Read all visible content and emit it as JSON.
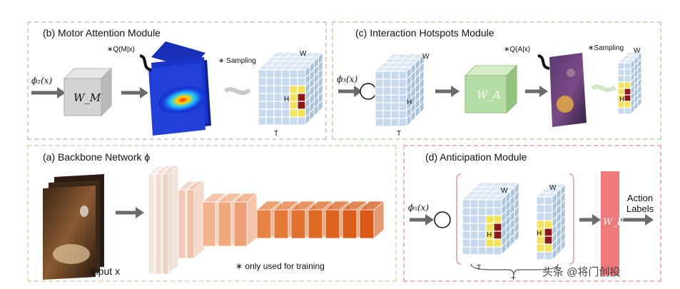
{
  "modules": {
    "motor": {
      "title": "(b) Motor Attention Module",
      "input_label": "ϕ₂(x)",
      "block_label": "W_M",
      "q_label": "∗Q(M|x)",
      "sampling_label": "∗ Sampling",
      "grid_w": "W",
      "grid_h": "H",
      "grid_t": "T"
    },
    "hotspots": {
      "title": "(c) Interaction Hotspots Module",
      "input_label": "ϕ₃(x)",
      "op_label": "⊙",
      "block_label": "W_A",
      "q_label": "∗Q(A|x)",
      "sampling_label": "∗Sampling",
      "grid_w": "W",
      "grid_h": "H",
      "grid_t": "T",
      "grid2_w": "W",
      "grid2_h": "H"
    },
    "backbone": {
      "title": "(a) Backbone Network ϕ",
      "input_label": "Input x",
      "footnote": "∗ only used for training"
    },
    "anticipation": {
      "title": "(d) Anticipation Module",
      "input_label": "ϕ₅(x)",
      "op_label": "⊙",
      "grid_w": "W",
      "grid_h": "H",
      "grid_t": "T",
      "grid2_w": "W",
      "grid2_h": "H",
      "plus_label": "+",
      "block_label": "W_P",
      "output_label": "Action Labels"
    }
  },
  "watermark": "头条 @将门创投",
  "colors": {
    "motor_border": "#d6d0cb",
    "hotspot_border": "#c9dfb7",
    "backbone_border": "#ead9c4",
    "anticipation_border": "#efb7b7",
    "grid_cell": "#c7d9ec",
    "hotspot_yellow": "#f2e35a",
    "hotspot_red": "#8a1a1a",
    "wa_green": "#b4dca4",
    "wp_red": "#f07a7a"
  }
}
